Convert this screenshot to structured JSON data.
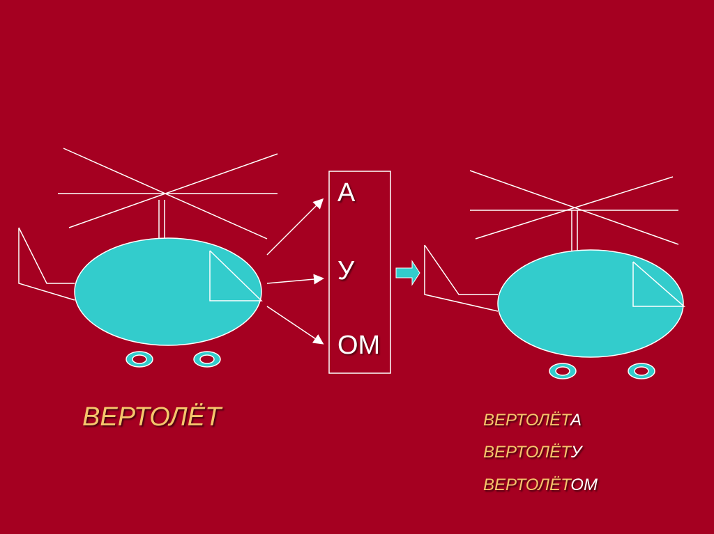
{
  "colors": {
    "background": "#a50021",
    "body_fill": "#33cccc",
    "line": "#ffffff",
    "stem_text": "#f5c66c",
    "ending_text": "#ffffff"
  },
  "endings_box": {
    "items": [
      "А",
      "У",
      "ОМ"
    ]
  },
  "base_word": "ВЕРТОЛЁТ",
  "forms": [
    {
      "stem": "ВЕРТОЛЁТ",
      "ending": "А"
    },
    {
      "stem": "ВЕРТОЛЁТ",
      "ending": "У"
    },
    {
      "stem": "ВЕРТОЛЁТ",
      "ending": "ОМ"
    }
  ],
  "icons": {
    "left": "helicopter-icon",
    "right": "helicopter-icon",
    "transition": "right-arrow-icon"
  }
}
